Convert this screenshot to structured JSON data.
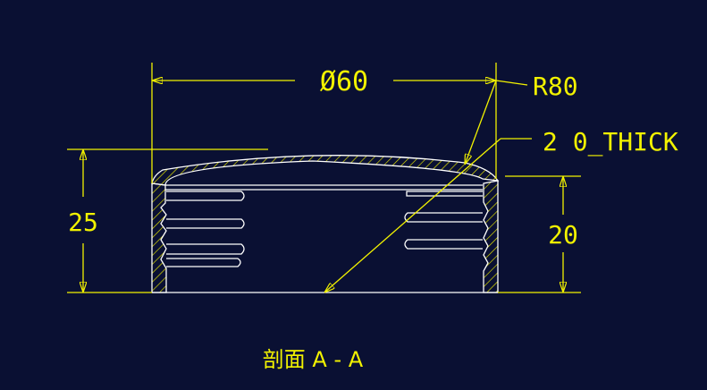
{
  "drawing": {
    "dimensions": {
      "diameter": "Ø60",
      "radius": "R80",
      "thickness": "2 0_THICK",
      "overall_height": "25",
      "inner_height": "20"
    },
    "section_label": "剖面  A - A"
  },
  "colors": {
    "background": "#0a1033",
    "dimension": "#f2f200",
    "geometry": "#ffffff",
    "hatch": "#e6e600"
  }
}
